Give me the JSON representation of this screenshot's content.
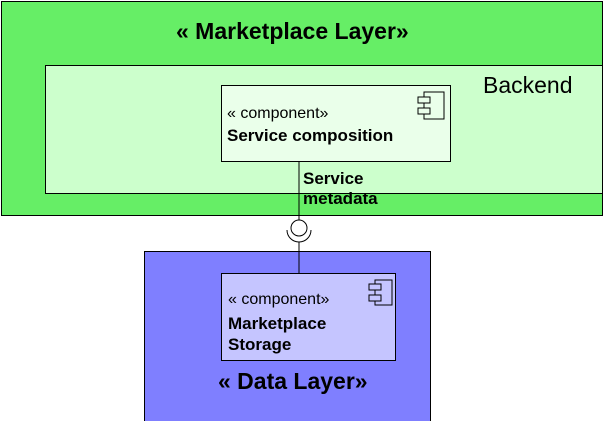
{
  "marketplace_layer": {
    "title": "« Marketplace Layer»",
    "color": "#66ee66"
  },
  "backend": {
    "label": "Backend",
    "color": "#ccffcc"
  },
  "service_component": {
    "stereotype": "« component»",
    "name": "Service composition",
    "icon": "component-icon"
  },
  "interface": {
    "label_line1": "Service",
    "label_line2": "metadata",
    "icon": "lollipop-socket"
  },
  "data_layer": {
    "title": "« Data Layer»",
    "color": "#7f7fff"
  },
  "storage_component": {
    "stereotype": "« component»",
    "name_line1": "Marketplace",
    "name_line2": "Storage",
    "icon": "component-icon"
  }
}
